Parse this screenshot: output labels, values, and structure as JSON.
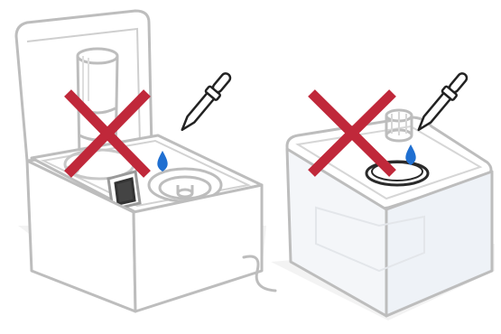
{
  "illustration": {
    "panels": [
      {
        "name": "humidifier-base",
        "mark": "prohibited-cross",
        "tool": "dropper-icon"
      },
      {
        "name": "water-tank",
        "mark": "prohibited-cross",
        "tool": "dropper-icon"
      }
    ],
    "colors": {
      "outline": "#bdbdbd",
      "outline_dark": "#7a7a7a",
      "cross": "#c0283a",
      "drop": "#1f6fd1",
      "shadow": "#f2f2f2",
      "tank_fill": "#eef2f7"
    }
  }
}
